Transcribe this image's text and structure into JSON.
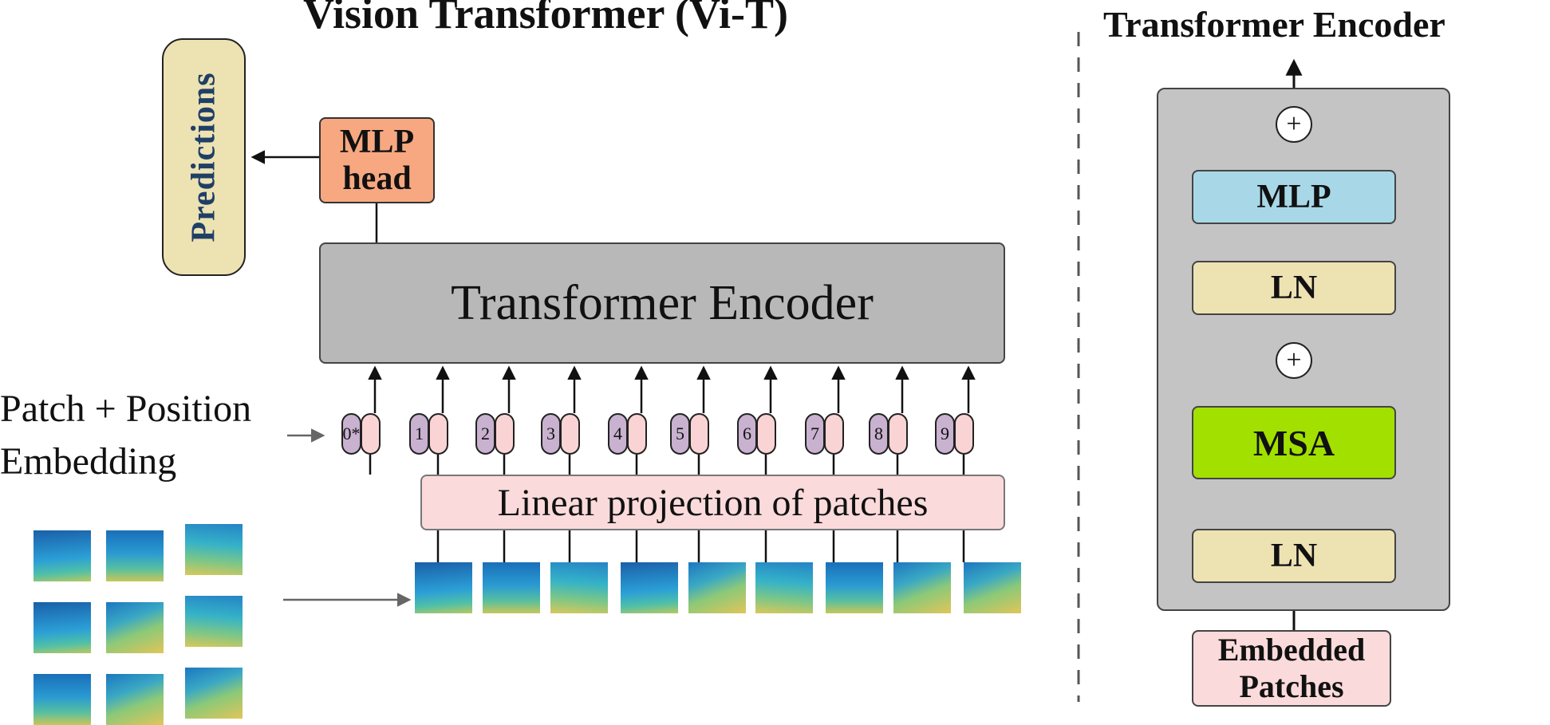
{
  "diagram": {
    "title": "Vision Transformer (Vi-T)",
    "side_title": "Transformer Encoder",
    "predictions_label": "Predictions",
    "mlp_head_label_line1": "MLP",
    "mlp_head_label_line2": "head",
    "encoder_label": "Transformer Encoder",
    "embedding_label_line1": "Patch + Position",
    "embedding_label_line2": "Embedding",
    "linear_projection_label": "Linear projection of patches",
    "position_tokens": [
      "0*",
      "1",
      "2",
      "3",
      "4",
      "5",
      "6",
      "7",
      "8",
      "9"
    ],
    "encoder_block": {
      "mlp_label": "MLP",
      "ln_top_label": "LN",
      "msa_label": "MSA",
      "ln_bottom_label": "LN",
      "add_symbol": "+",
      "input_label_line1": "Embedded",
      "input_label_line2": "Patches"
    },
    "colors": {
      "predictions": "#ede2b2",
      "mlp_head": "#f7a880",
      "encoder": "#b8b8b8",
      "linear_projection": "#fadadb",
      "position_token": "#c9b1d0",
      "patch_token": "#fad4d4",
      "mlp_block": "#a8d8e8",
      "ln_block": "#ede2b2",
      "msa_block": "#a2e000"
    }
  }
}
